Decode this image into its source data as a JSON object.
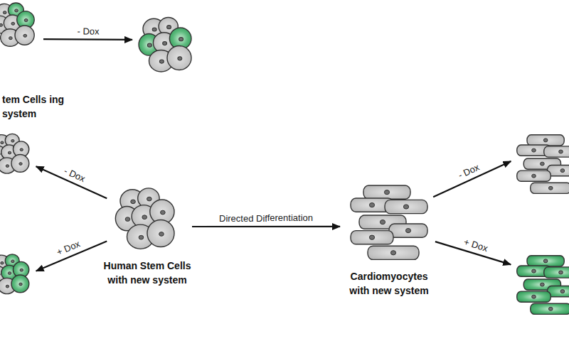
{
  "diagram": {
    "nodes": [
      {
        "text": [
          "tem Cells ing system"
        ]
      },
      {
        "text": []
      },
      {
        "text": []
      },
      {
        "text": []
      },
      {
        "text": [
          "Human Stem Cells with new system"
        ]
      },
      {
        "text": [
          "Cardiomyocytes with new system"
        ]
      },
      {
        "text": []
      },
      {
        "text": []
      }
    ],
    "edges": [
      {
        "from": 0,
        "to": 1,
        "arrow": "to",
        "label": "- Dox"
      },
      {
        "from": 4,
        "to": 2,
        "arrow": "to",
        "label": "- Dox"
      },
      {
        "from": 4,
        "to": 3,
        "arrow": "to",
        "label": "+ Dox"
      },
      {
        "from": 4,
        "to": 5,
        "arrow": "to",
        "label": "Directed Differentiation"
      },
      {
        "from": 5,
        "to": 6,
        "arrow": "to",
        "label": "- Dox"
      },
      {
        "from": 5,
        "to": 7,
        "arrow": "to",
        "label": "+ Dox"
      }
    ]
  }
}
